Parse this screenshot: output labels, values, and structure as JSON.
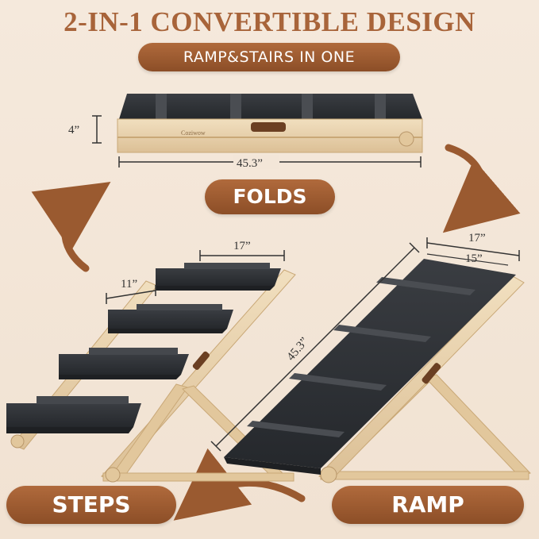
{
  "header": {
    "title": "2-IN-1 CONVERTIBLE DESIGN",
    "subtitle": "RAMP&STAIRS IN ONE"
  },
  "modes": {
    "folds": "FOLDS",
    "steps": "STEPS",
    "ramp": "RAMP"
  },
  "dimensions": {
    "fold_height": "4”",
    "fold_length": "45.3”",
    "step_width": "17”",
    "step_depth": "11”",
    "ramp_width_outer": "17”",
    "ramp_width_inner": "15”",
    "ramp_length": "45.3”"
  },
  "brand": {
    "logo_text": "Coziwow"
  },
  "colors": {
    "accent": "#a8643a",
    "pill": "#9a5a30",
    "wood": "#e9d3ad",
    "carpet": "#2f3236",
    "background": "#f3e6d8"
  }
}
